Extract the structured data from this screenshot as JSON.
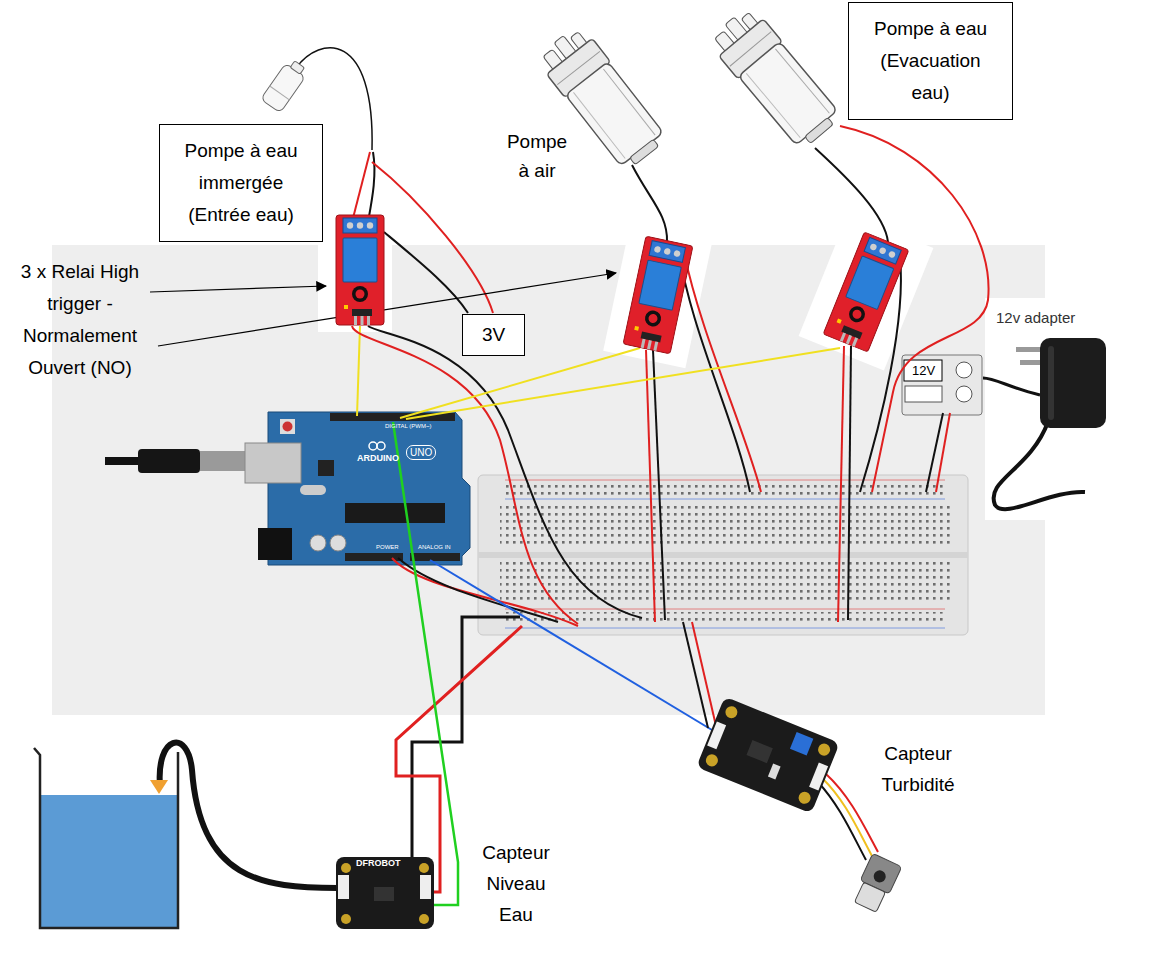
{
  "diagram": {
    "nodes": [
      {
        "text": [
          "Pompe à eau immergée (Entrée eau)"
        ]
      },
      {
        "text": [
          "Pompe à eau (Evacuation eau)"
        ]
      },
      {
        "text": [
          "3V"
        ]
      }
    ],
    "labels": [
      "3 x Relai High trigger - Normalement Ouvert (NO)",
      "Pompe à air",
      "12v adapter",
      "12V",
      "ARDUINO",
      "UNO",
      "DIGITAL (PWM~)",
      "POWER",
      "ANALOG IN",
      "DFROBOT",
      "Capteur Turbidité",
      "Capteur Niveau Eau"
    ]
  }
}
